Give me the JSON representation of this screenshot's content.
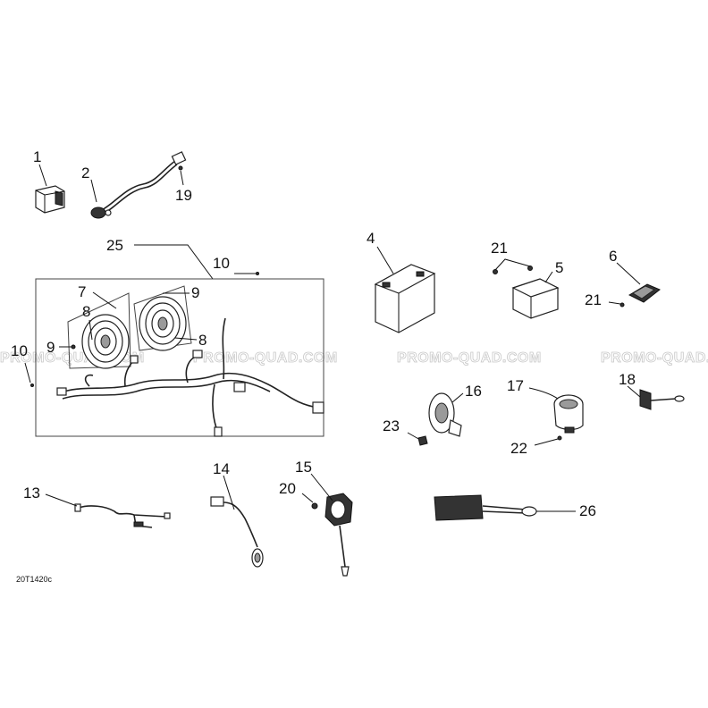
{
  "watermarks": [
    "PROMO-QUAD.COM",
    "PROMO-QUAD.COM",
    "PROMO-QUAD.COM",
    "PROMO-QUAD.COM"
  ],
  "drawing_code": "20T1420c",
  "callouts": {
    "c1": "1",
    "c2": "2",
    "c19": "19",
    "c25": "25",
    "c10a": "10",
    "c7": "7",
    "c9a": "9",
    "c8a": "8",
    "c8b": "8",
    "c9b": "9",
    "c10b": "10",
    "c4": "4",
    "c21a": "21",
    "c5": "5",
    "c6": "6",
    "c21b": "21",
    "c16": "16",
    "c17": "17",
    "c18": "18",
    "c23": "23",
    "c22": "22",
    "c13": "13",
    "c14": "14",
    "c15": "15",
    "c20": "20",
    "c26": "26"
  }
}
